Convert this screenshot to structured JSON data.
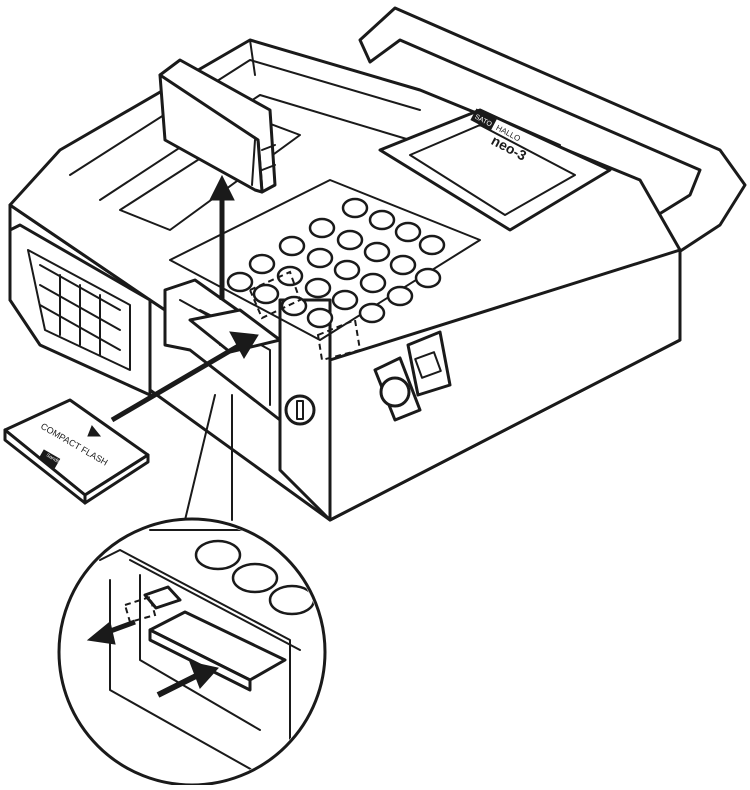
{
  "device": {
    "brand_logo": "SATO",
    "model_name": "HALLO",
    "model_label": "neo-3"
  },
  "card": {
    "label": "COMPACT FLASH",
    "logo": "Sandisk"
  },
  "icons": {
    "cover_lift_arrow": "arrow-up-icon",
    "card_insert_arrow": "arrow-insert-icon",
    "eject_arrow": "arrow-left-icon",
    "detail_insert_arrow": "arrow-insert-icon",
    "card_direction_mark": "triangle-up-icon"
  }
}
